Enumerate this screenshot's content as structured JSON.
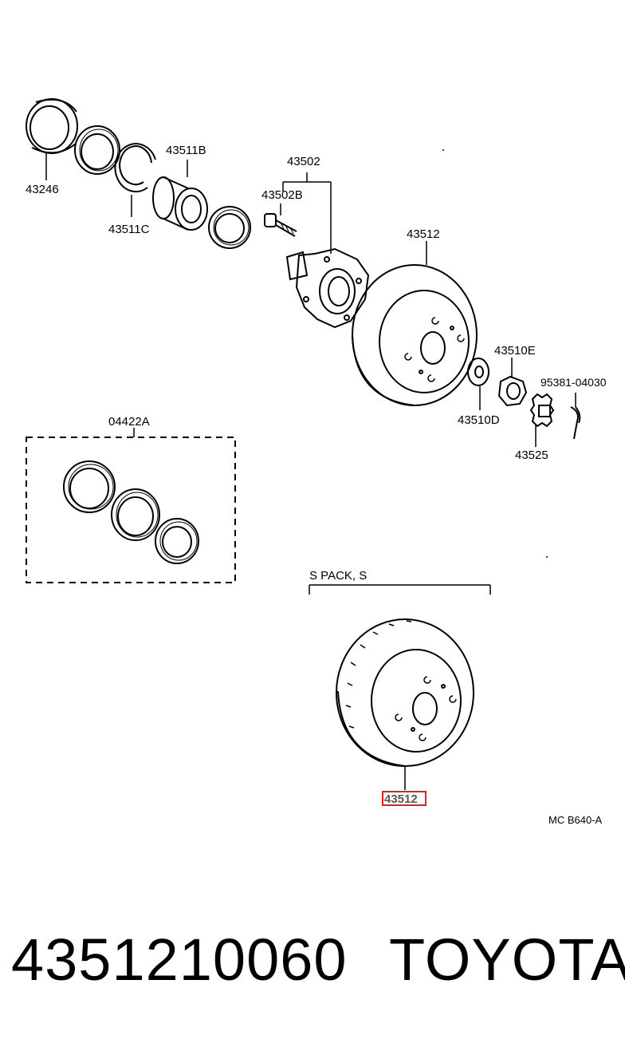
{
  "callouts": {
    "c43246": "43246",
    "c43511B": "43511B",
    "c43511C": "43511C",
    "c43502": "43502",
    "c43502B": "43502B",
    "c43512_top": "43512",
    "c43510E": "43510E",
    "c95381": "95381-04030",
    "c43510D": "43510D",
    "c43525": "43525",
    "c04422A": "04422A",
    "s_pack": "S  PACK, S",
    "c43512_bottom": "43512"
  },
  "diagram_code": "MC  B640-A",
  "highlight_color": "#e02020",
  "footer": {
    "part_number": "4351210060",
    "brand": "TOYOTA"
  }
}
